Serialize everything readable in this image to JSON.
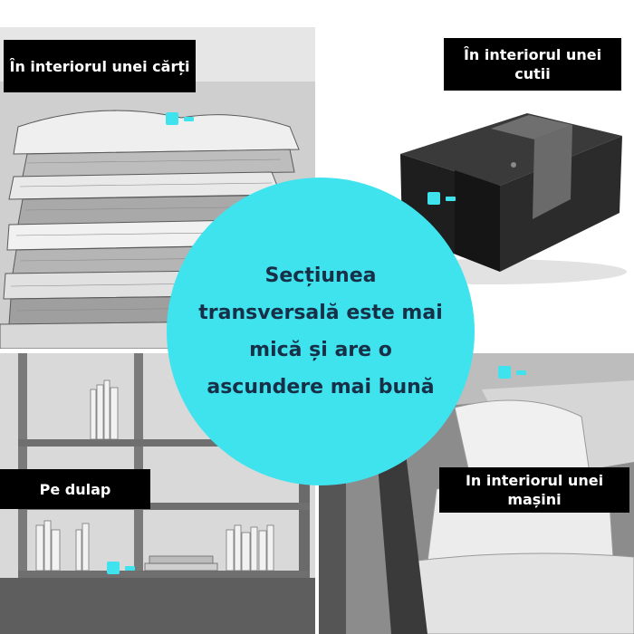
{
  "labels": {
    "books": "În interiorul unei cărți",
    "box": "În interiorul unei cutii",
    "shelf": "Pe dulap",
    "car": "In interiorul unei mașini"
  },
  "center_text": "Secțiunea transversală este mai mică și are o ascundere mai bună",
  "icons": {
    "tracker": "gps-tracker-icon"
  },
  "colors": {
    "accent": "#3fe3ee",
    "center_text": "#173047",
    "label_background": "#000000",
    "label_text": "#ffffff"
  }
}
